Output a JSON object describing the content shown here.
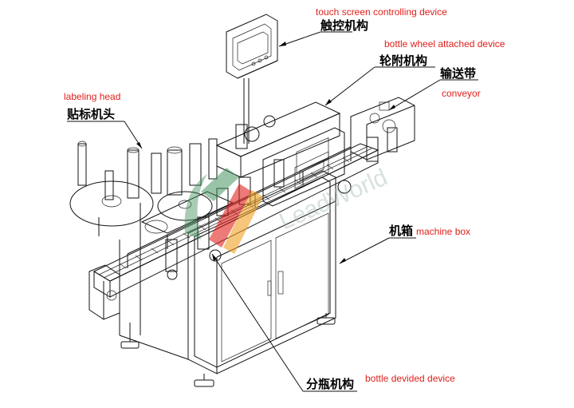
{
  "labels": {
    "touch_screen_cn": "触控机构",
    "touch_screen_en": "touch screen controlling device",
    "bottle_wheel_cn": "轮附机构",
    "bottle_wheel_en": "bottle wheel attached device",
    "conveyor_cn": "输送带",
    "conveyor_en": "conveyor",
    "labeling_head_cn": "贴标机头",
    "labeling_head_en": "labeling head",
    "machine_box_cn": "机箱",
    "machine_box_en": "machine box",
    "bottle_divided_cn": "分瓶机构",
    "bottle_divided_en": "bottle devided device"
  },
  "watermark": {
    "text": "LeadWorld",
    "colors": [
      "#3f8f5a",
      "#e0201b",
      "#f0a020"
    ]
  }
}
